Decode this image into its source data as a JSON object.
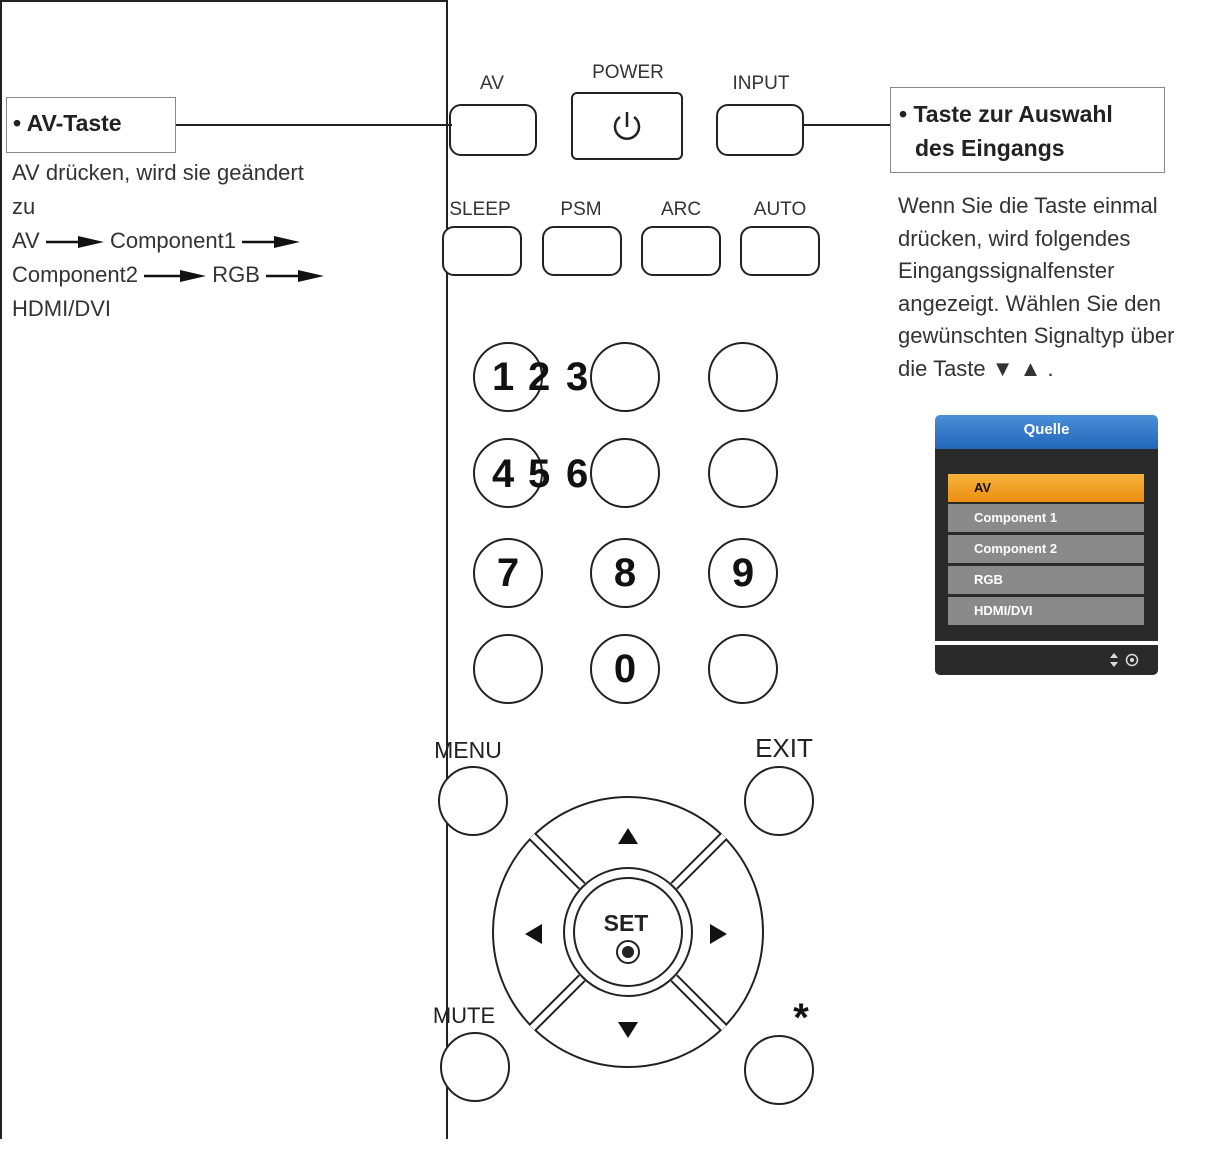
{
  "remote": {
    "top_labels": {
      "av": "AV",
      "power": "POWER",
      "input": "INPUT"
    },
    "row2_labels": {
      "sleep": "SLEEP",
      "psm": "PSM",
      "arc": "ARC",
      "auto": "AUTO"
    },
    "digits": [
      "1",
      "2",
      "3",
      "4",
      "5",
      "6",
      "7",
      "8",
      "9",
      "0"
    ],
    "menu": "MENU",
    "exit": "EXIT",
    "set": "SET",
    "mute": "MUTE",
    "star": "*"
  },
  "left_callout": {
    "title": "• AV-Taste",
    "desc_line1": "AV drücken, wird sie geändert",
    "desc_line2": "zu",
    "seq": [
      "AV",
      "Component1",
      "Component2",
      "RGB",
      "HDMI/DVI"
    ]
  },
  "right_callout": {
    "title_line1": "• Taste zur Auswahl",
    "title_line2": "des Eingangs",
    "desc_lines": [
      "Wenn Sie die Taste einmal",
      "drücken, wird folgendes",
      "Eingangssignalfenster",
      "angezeigt. Wählen Sie den",
      "gewünschten Signaltyp über",
      "die Taste  ▼ ▲ ."
    ]
  },
  "osd": {
    "title": "Quelle",
    "items": [
      "AV",
      "Component 1",
      "Component 2",
      "RGB",
      "HDMI/DVI"
    ],
    "selected_index": 0,
    "colors": {
      "title": "#2d72c4",
      "selected": "#f0a020",
      "item": "#8a8a8a",
      "body": "#2a2a2a"
    }
  }
}
